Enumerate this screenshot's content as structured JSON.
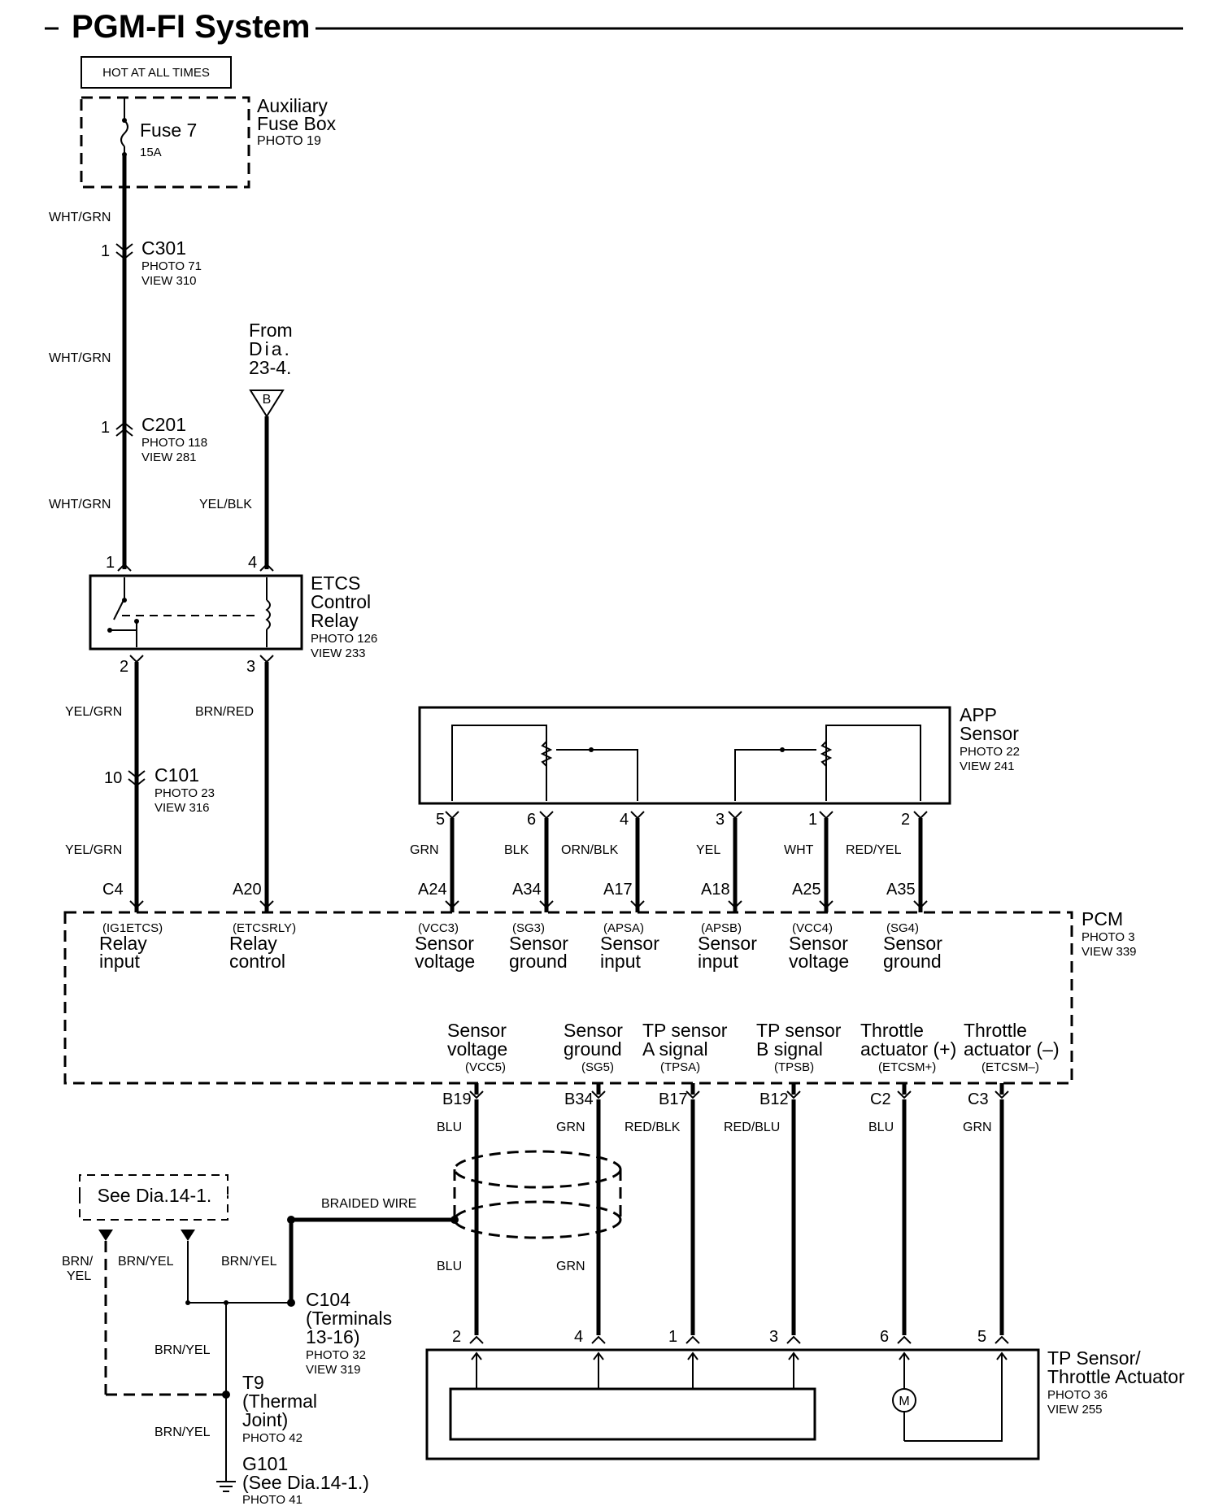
{
  "title": "PGM-FI System",
  "hot_at_all_times": "HOT AT ALL TIMES",
  "aux_fuse_box": {
    "line1": "Auxiliary",
    "line2": "Fuse Box",
    "photo": "PHOTO 19"
  },
  "fuse": {
    "name": "Fuse 7",
    "rating": "15A"
  },
  "wire_colors": {
    "wht_grn": "WHT/GRN",
    "yel_blk": "YEL/BLK",
    "yel_grn": "YEL/GRN",
    "brn_red": "BRN/RED",
    "grn": "GRN",
    "blk": "BLK",
    "orn_blk": "ORN/BLK",
    "yel": "YEL",
    "wht": "WHT",
    "red_yel": "RED/YEL",
    "blu": "BLU",
    "red_blk": "RED/BLK",
    "red_blu": "RED/BLU",
    "brn_yel": "BRN/YEL",
    "brn_slash": "BRN/",
    "yel_only": "YEL",
    "braided": "BRAIDED WIRE"
  },
  "c301": {
    "pin": "1",
    "name": "C301",
    "photo": "PHOTO 71",
    "view": "VIEW 310"
  },
  "c201": {
    "pin": "1",
    "name": "C201",
    "photo": "PHOTO 118",
    "view": "VIEW 281"
  },
  "c101": {
    "pin": "10",
    "name": "C101",
    "photo": "PHOTO 23",
    "view": "VIEW 316"
  },
  "from_dia": {
    "line1": "From",
    "line2": "Dia.",
    "line3": "23-4.",
    "marker": "B"
  },
  "etcs_relay": {
    "line1": "ETCS",
    "line2": "Control",
    "line3": "Relay",
    "photo": "PHOTO 126",
    "view": "VIEW 233",
    "pin1": "1",
    "pin4": "4",
    "pin2": "2",
    "pin3": "3"
  },
  "app_sensor": {
    "line1": "APP",
    "line2": "Sensor",
    "photo": "PHOTO 22",
    "view": "VIEW 241",
    "pins": [
      "5",
      "6",
      "4",
      "3",
      "1",
      "2"
    ]
  },
  "pcm": {
    "name": "PCM",
    "photo": "PHOTO 3",
    "view": "VIEW 339",
    "top_terms": [
      {
        "term": "C4",
        "code": "(IG1ETCS)",
        "l1": "Relay",
        "l2": "input"
      },
      {
        "term": "A20",
        "code": "(ETCSRLY)",
        "l1": "Relay",
        "l2": "control"
      },
      {
        "term": "A24",
        "code": "(VCC3)",
        "l1": "Sensor",
        "l2": "voltage"
      },
      {
        "term": "A34",
        "code": "(SG3)",
        "l1": "Sensor",
        "l2": "ground"
      },
      {
        "term": "A17",
        "code": "(APSA)",
        "l1": "Sensor",
        "l2": "input"
      },
      {
        "term": "A18",
        "code": "(APSB)",
        "l1": "Sensor",
        "l2": "input"
      },
      {
        "term": "A25",
        "code": "(VCC4)",
        "l1": "Sensor",
        "l2": "voltage"
      },
      {
        "term": "A35",
        "code": "(SG4)",
        "l1": "Sensor",
        "l2": "ground"
      }
    ],
    "bottom_terms": [
      {
        "term": "B19",
        "l1": "Sensor",
        "l2": "voltage",
        "code": "(VCC5)"
      },
      {
        "term": "B34",
        "l1": "Sensor",
        "l2": "ground",
        "code": "(SG5)"
      },
      {
        "term": "B17",
        "l1": "TP sensor",
        "l2": "A signal",
        "code": "(TPSA)"
      },
      {
        "term": "B12",
        "l1": "TP sensor",
        "l2": "B signal",
        "code": "(TPSB)"
      },
      {
        "term": "C2",
        "l1": "Throttle",
        "l2": "actuator (+)",
        "code": "(ETCSM+)"
      },
      {
        "term": "C3",
        "l1": "Throttle",
        "l2": "actuator (–)",
        "code": "(ETCSM–)"
      }
    ]
  },
  "see_dia": "See Dia.14-1.",
  "c104": {
    "name": "C104",
    "l1": "(Terminals",
    "l2": "13-16)",
    "photo": "PHOTO 32",
    "view": "VIEW 319"
  },
  "t9": {
    "name": "T9",
    "l1": "(Thermal",
    "l2": "Joint)",
    "photo": "PHOTO 42"
  },
  "g101": {
    "name": "G101",
    "l1": "(See Dia.14-1.)",
    "photo": "PHOTO 41"
  },
  "tp_sensor": {
    "line1": "TP Sensor/",
    "line2": "Throttle Actuator",
    "photo": "PHOTO 36",
    "view": "VIEW 255",
    "pins": [
      "2",
      "4",
      "1",
      "3",
      "6",
      "5"
    ],
    "motor": "M"
  }
}
